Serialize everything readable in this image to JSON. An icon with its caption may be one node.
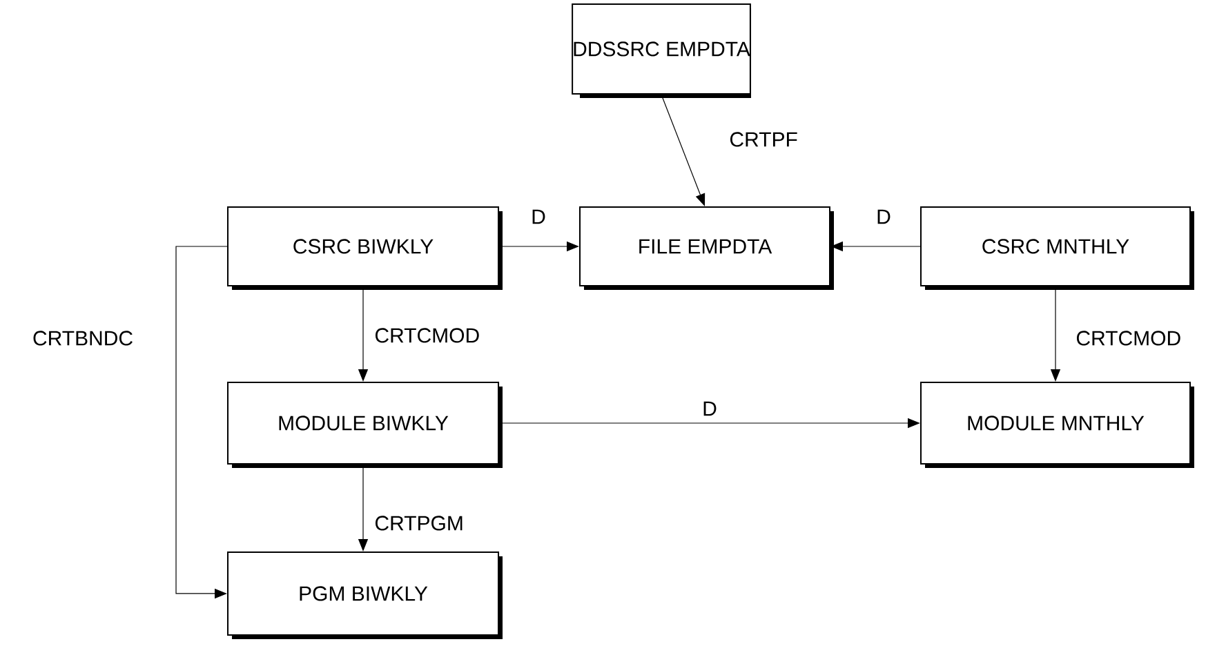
{
  "diagram": {
    "nodes": [
      {
        "text": [
          "DDSSRC EMPDTA"
        ]
      },
      {
        "text": [
          "CSRC BIWKLY"
        ]
      },
      {
        "text": [
          "FILE EMPDTA"
        ]
      },
      {
        "text": [
          "CSRC MNTHLY"
        ]
      },
      {
        "text": [
          "MODULE BIWKLY"
        ]
      },
      {
        "text": [
          "MODULE MNTHLY"
        ]
      },
      {
        "text": [
          "PGM BIWKLY"
        ]
      }
    ],
    "edges": [
      {
        "from": 0,
        "to": 2,
        "arrow": "to",
        "label": "CRTPF"
      },
      {
        "from": 1,
        "to": 2,
        "arrow": "to",
        "label": "D"
      },
      {
        "from": 3,
        "to": 2,
        "arrow": "to",
        "label": "D"
      },
      {
        "from": 1,
        "to": 4,
        "arrow": "to",
        "label": "CRTCMOD"
      },
      {
        "from": 3,
        "to": 5,
        "arrow": "to",
        "label": "CRTCMOD"
      },
      {
        "from": 4,
        "to": 5,
        "arrow": "to",
        "label": "D"
      },
      {
        "from": 4,
        "to": 6,
        "arrow": "to",
        "label": "CRTPGM"
      },
      {
        "from": 1,
        "to": 6,
        "arrow": "to",
        "label": "CRTBNDC"
      }
    ]
  }
}
